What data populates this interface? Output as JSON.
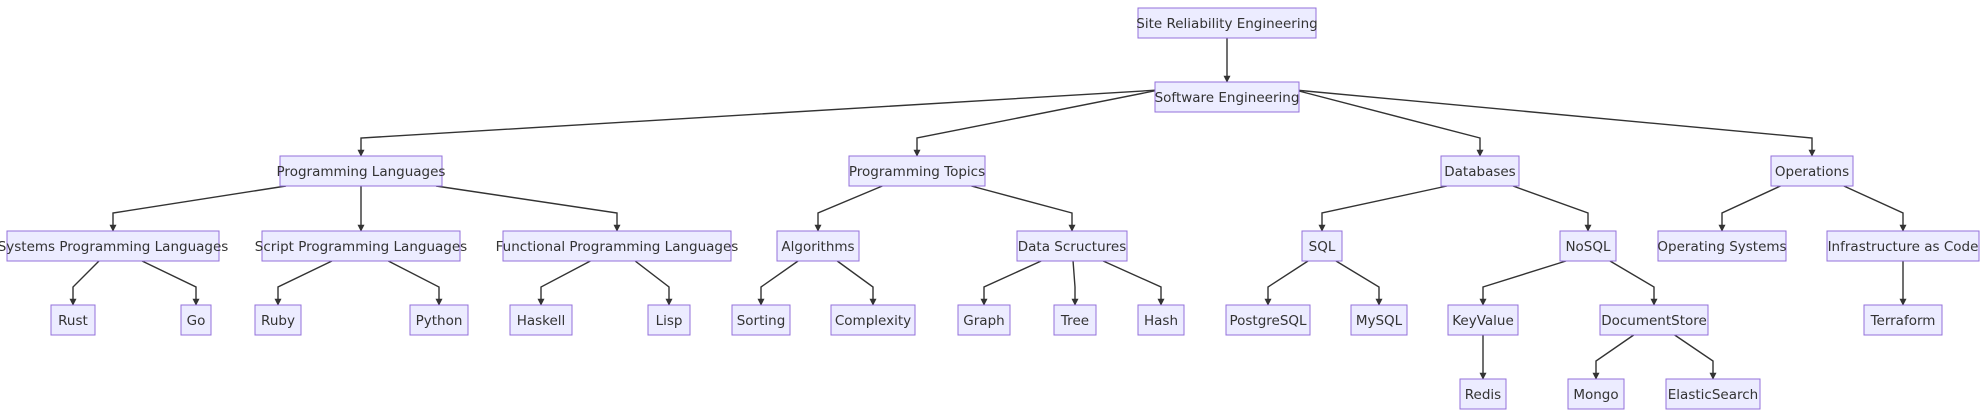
{
  "diagram": {
    "type": "flowchart-tree",
    "colors": {
      "node_fill": "#ECECFF",
      "node_stroke": "#9370DB",
      "edge": "#333333",
      "text": "#333333"
    },
    "nodes": [
      {
        "id": "sre",
        "label": "Site Reliability Engineering"
      },
      {
        "id": "se",
        "label": "Software Engineering"
      },
      {
        "id": "pl",
        "label": "Programming Languages"
      },
      {
        "id": "pt",
        "label": "Programming Topics"
      },
      {
        "id": "db",
        "label": "Databases"
      },
      {
        "id": "ops",
        "label": "Operations"
      },
      {
        "id": "spl",
        "label": "Systems Programming Languages"
      },
      {
        "id": "scpl",
        "label": "Script Programming Languages"
      },
      {
        "id": "fpl",
        "label": "Functional Programming Languages"
      },
      {
        "id": "algo",
        "label": "Algorithms"
      },
      {
        "id": "ds",
        "label": "Data Scructures"
      },
      {
        "id": "sql",
        "label": "SQL"
      },
      {
        "id": "nosql",
        "label": "NoSQL"
      },
      {
        "id": "os",
        "label": "Operating Systems"
      },
      {
        "id": "iac",
        "label": "Infrastructure as Code"
      },
      {
        "id": "rust",
        "label": "Rust"
      },
      {
        "id": "go",
        "label": "Go"
      },
      {
        "id": "ruby",
        "label": "Ruby"
      },
      {
        "id": "python",
        "label": "Python"
      },
      {
        "id": "haskell",
        "label": "Haskell"
      },
      {
        "id": "lisp",
        "label": "Lisp"
      },
      {
        "id": "sorting",
        "label": "Sorting"
      },
      {
        "id": "complexity",
        "label": "Complexity"
      },
      {
        "id": "graph",
        "label": "Graph"
      },
      {
        "id": "tree",
        "label": "Tree"
      },
      {
        "id": "hash",
        "label": "Hash"
      },
      {
        "id": "postgresql",
        "label": "PostgreSQL"
      },
      {
        "id": "mysql",
        "label": "MySQL"
      },
      {
        "id": "keyvalue",
        "label": "KeyValue"
      },
      {
        "id": "documentstore",
        "label": "DocumentStore"
      },
      {
        "id": "terraform",
        "label": "Terraform"
      },
      {
        "id": "redis",
        "label": "Redis"
      },
      {
        "id": "mongo",
        "label": "Mongo"
      },
      {
        "id": "elasticsearch",
        "label": "ElasticSearch"
      }
    ],
    "edges": [
      {
        "from": "sre",
        "to": "se"
      },
      {
        "from": "se",
        "to": "pl"
      },
      {
        "from": "se",
        "to": "pt"
      },
      {
        "from": "se",
        "to": "db"
      },
      {
        "from": "se",
        "to": "ops"
      },
      {
        "from": "pl",
        "to": "spl"
      },
      {
        "from": "pl",
        "to": "scpl"
      },
      {
        "from": "pl",
        "to": "fpl"
      },
      {
        "from": "pt",
        "to": "algo"
      },
      {
        "from": "pt",
        "to": "ds"
      },
      {
        "from": "db",
        "to": "sql"
      },
      {
        "from": "db",
        "to": "nosql"
      },
      {
        "from": "ops",
        "to": "os"
      },
      {
        "from": "ops",
        "to": "iac"
      },
      {
        "from": "spl",
        "to": "rust"
      },
      {
        "from": "spl",
        "to": "go"
      },
      {
        "from": "scpl",
        "to": "ruby"
      },
      {
        "from": "scpl",
        "to": "python"
      },
      {
        "from": "fpl",
        "to": "haskell"
      },
      {
        "from": "fpl",
        "to": "lisp"
      },
      {
        "from": "algo",
        "to": "sorting"
      },
      {
        "from": "algo",
        "to": "complexity"
      },
      {
        "from": "ds",
        "to": "graph"
      },
      {
        "from": "ds",
        "to": "tree"
      },
      {
        "from": "ds",
        "to": "hash"
      },
      {
        "from": "sql",
        "to": "postgresql"
      },
      {
        "from": "sql",
        "to": "mysql"
      },
      {
        "from": "nosql",
        "to": "keyvalue"
      },
      {
        "from": "nosql",
        "to": "documentstore"
      },
      {
        "from": "iac",
        "to": "terraform"
      },
      {
        "from": "keyvalue",
        "to": "redis"
      },
      {
        "from": "documentstore",
        "to": "mongo"
      },
      {
        "from": "documentstore",
        "to": "elasticsearch"
      }
    ]
  }
}
